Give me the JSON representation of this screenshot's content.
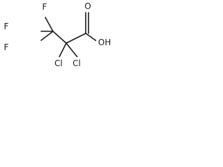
{
  "molecule": {
    "atoms": {
      "f_top": "F",
      "f_mid": "F",
      "f_left": "F",
      "oxygen_carbonyl": "O",
      "hydroxyl": "OH",
      "cl_left": "Cl",
      "cl_right": "Cl"
    }
  }
}
